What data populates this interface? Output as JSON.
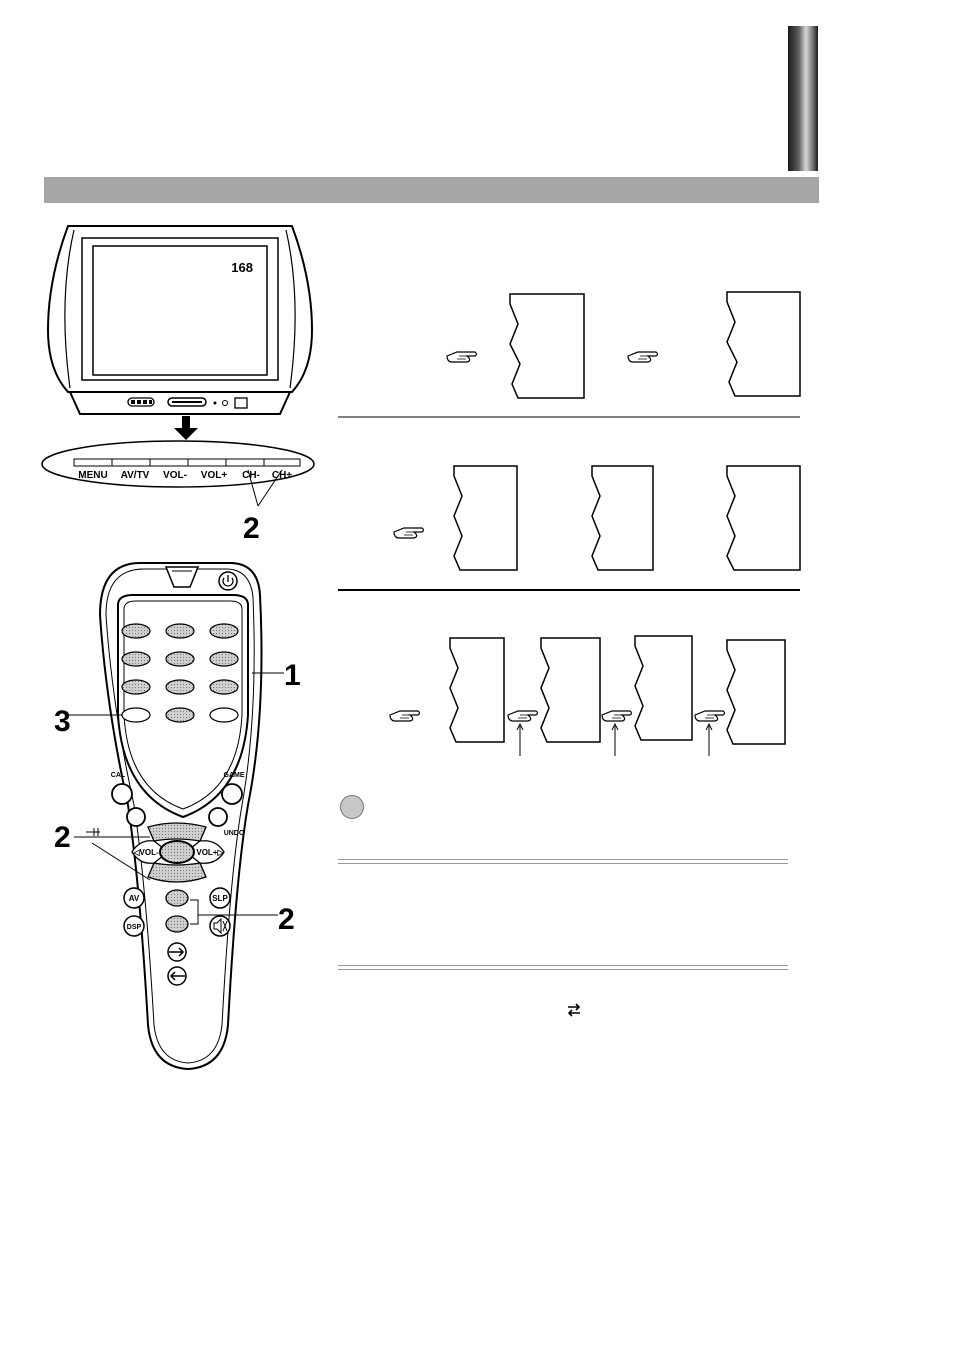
{
  "tv": {
    "channel_display": "168",
    "panel_buttons": [
      "MENU",
      "AV/TV",
      "VOL-",
      "VOL+",
      "CH-",
      "CH+"
    ],
    "callout_label": "2"
  },
  "remote": {
    "labels": {
      "cal": "CAL",
      "game": "GAME",
      "undo": "UNDO",
      "vol_minus": "◁VOL-",
      "vol_plus": "VOL+▷",
      "av": "AV",
      "slp": "SLP",
      "dsp": "DSP"
    },
    "callouts": {
      "one": "1",
      "two_a": "2",
      "two_b": "2",
      "three": "3"
    }
  },
  "colors": {
    "header_bar": "#a6a6a6",
    "button_fill": "#d0d0d0",
    "note_circle": "#c8c8c8"
  },
  "icons": [
    "pointing-hand-icon",
    "power-icon",
    "mute-icon",
    "arrow-right-icon",
    "arrow-left-icon",
    "swap-icon"
  ]
}
